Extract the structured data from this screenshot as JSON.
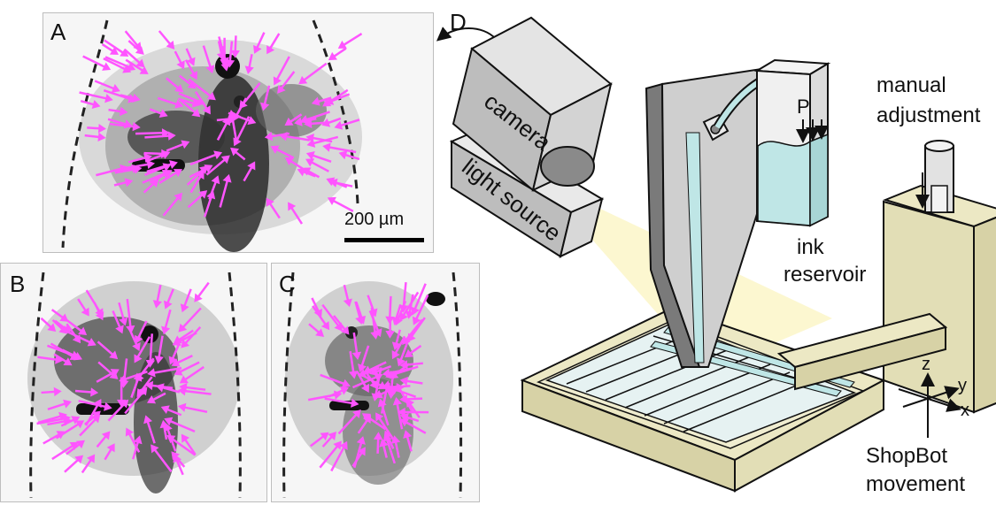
{
  "panels": {
    "a": {
      "letter": "A",
      "scale_label": "200 µm"
    },
    "b": {
      "letter": "B"
    },
    "c": {
      "letter": "C"
    }
  },
  "diagram": {
    "letter": "D",
    "labels": {
      "camera": "camera",
      "light_source": "light source",
      "pressure": "P",
      "ink": "ink",
      "reservoir": "reservoir",
      "manual": "manual",
      "adjustment": "adjustment",
      "shopbot": "ShopBot",
      "movement": "movement",
      "axis_z": "z",
      "axis_y": "y",
      "axis_x": "x"
    }
  },
  "colors": {
    "arrows": "#ff55ff",
    "ink": "#bfe6e6",
    "stage": "#ece8c4",
    "light": "#fbf6c8",
    "nozzle_dark": "#7a7a7a",
    "nozzle_light": "#cfcfcf"
  }
}
